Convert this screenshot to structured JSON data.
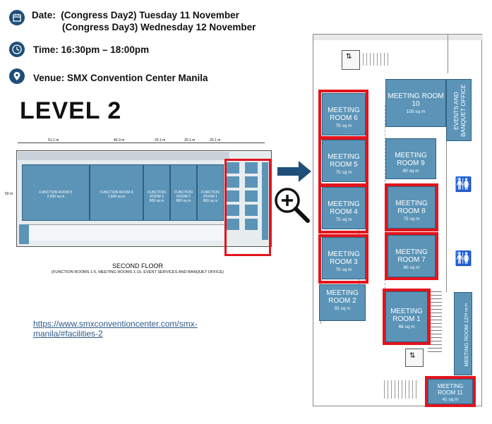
{
  "info": {
    "date_line1": "Date:  (Congress Day2) Tuesday 11 November",
    "date_line2": "(Congress Day3) Wednesday 12 November",
    "time": "Time: 16:30pm – 18:00pm",
    "venue": "Venue: SMX Convention Center Manila"
  },
  "icons": {
    "date": "calendar-icon",
    "time": "clock-icon",
    "venue": "location-pin-icon",
    "zoom": "zoom-in-icon",
    "arrow": "arrow-right-icon"
  },
  "colors": {
    "icon": "#1f4e79",
    "room": "#5b94b7",
    "highlight": "#e3141c",
    "link": "#2e5a8a"
  },
  "level_title": "LEVEL 2",
  "overview": {
    "dimensions": [
      "51.1 m",
      "40.3 m",
      "20.1 m",
      "20.1 m",
      "20.1 m"
    ],
    "height": "50 m",
    "function_rooms": [
      {
        "name": "FUNCTION ROOM 5",
        "size": "2,000 sq m"
      },
      {
        "name": "FUNCTION ROOM 4",
        "size": "1,600 sq m"
      },
      {
        "name": "FUNCTION ROOM 3",
        "size": "800 sq m"
      },
      {
        "name": "FUNCTION ROOM 2",
        "size": "800 sq m"
      },
      {
        "name": "FUNCTION ROOM 1",
        "size": "800 sq m"
      }
    ],
    "caption": "SECOND FLOOR",
    "subcaption": "(FUNCTION ROOMS 1-5, MEETING ROOMS 1-15, EVENT SERVICES AND BANQUET OFFICE)"
  },
  "link_line1": "https://www.smxconventioncenter.com/smx-",
  "link_line2": "manila/#facilities-2",
  "rooms": {
    "r6": {
      "name": "MEETING ROOM 6",
      "size": "75 sq m"
    },
    "r5": {
      "name": "MEETING ROOM 5",
      "size": "75 sq m"
    },
    "r4": {
      "name": "MEETING ROOM 4",
      "size": "75 sq m"
    },
    "r3": {
      "name": "MEETING ROOM 3",
      "size": "75 sq m"
    },
    "r2": {
      "name": "MEETING ROOM 2",
      "size": "55 sq m"
    },
    "r10": {
      "name": "MEETING ROOM 10",
      "size": "105 sq m"
    },
    "r9": {
      "name": "MEETING ROOM 9",
      "size": "80 sq m"
    },
    "r8": {
      "name": "MEETING ROOM 8",
      "size": "75 sq m"
    },
    "r7": {
      "name": "MEETING ROOM 7",
      "size": "80 sq m"
    },
    "r1": {
      "name": "MEETING ROOM 1",
      "size": "68 sq m"
    },
    "r11": {
      "name": "MEETING ROOM 11",
      "size": "41 sq m"
    },
    "r12": {
      "name": "MEETING ROOM 12",
      "size": "24 sq m"
    }
  },
  "events_office": "EVENTS AND BANQUET OFFICE"
}
